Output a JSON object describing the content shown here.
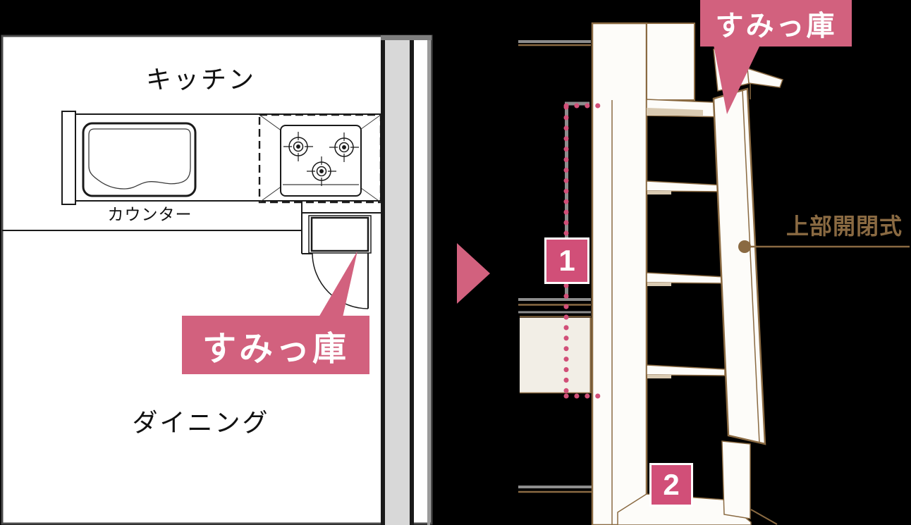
{
  "floor_plan": {
    "kitchen": "キッチン",
    "counter": "カウンター",
    "dining": "ダイニング",
    "storage_tag": "すみっ庫"
  },
  "cabinet": {
    "storage_tag": "すみっ庫",
    "marker_1": "1",
    "marker_2": "2",
    "door_type": "上部開閉式"
  },
  "colors": {
    "pink": "#d2617e",
    "pink_dot": "#d14f78",
    "pink_dark": "#c35c7e",
    "brown": "#8a6a42",
    "gray": "#8d8d8d",
    "wall_gray": "#d8d8d8",
    "line_black": "#1a1a1a",
    "cream": "#f2eee6",
    "tan": "#d9cab2",
    "panel_white": "#fdfcf9"
  }
}
